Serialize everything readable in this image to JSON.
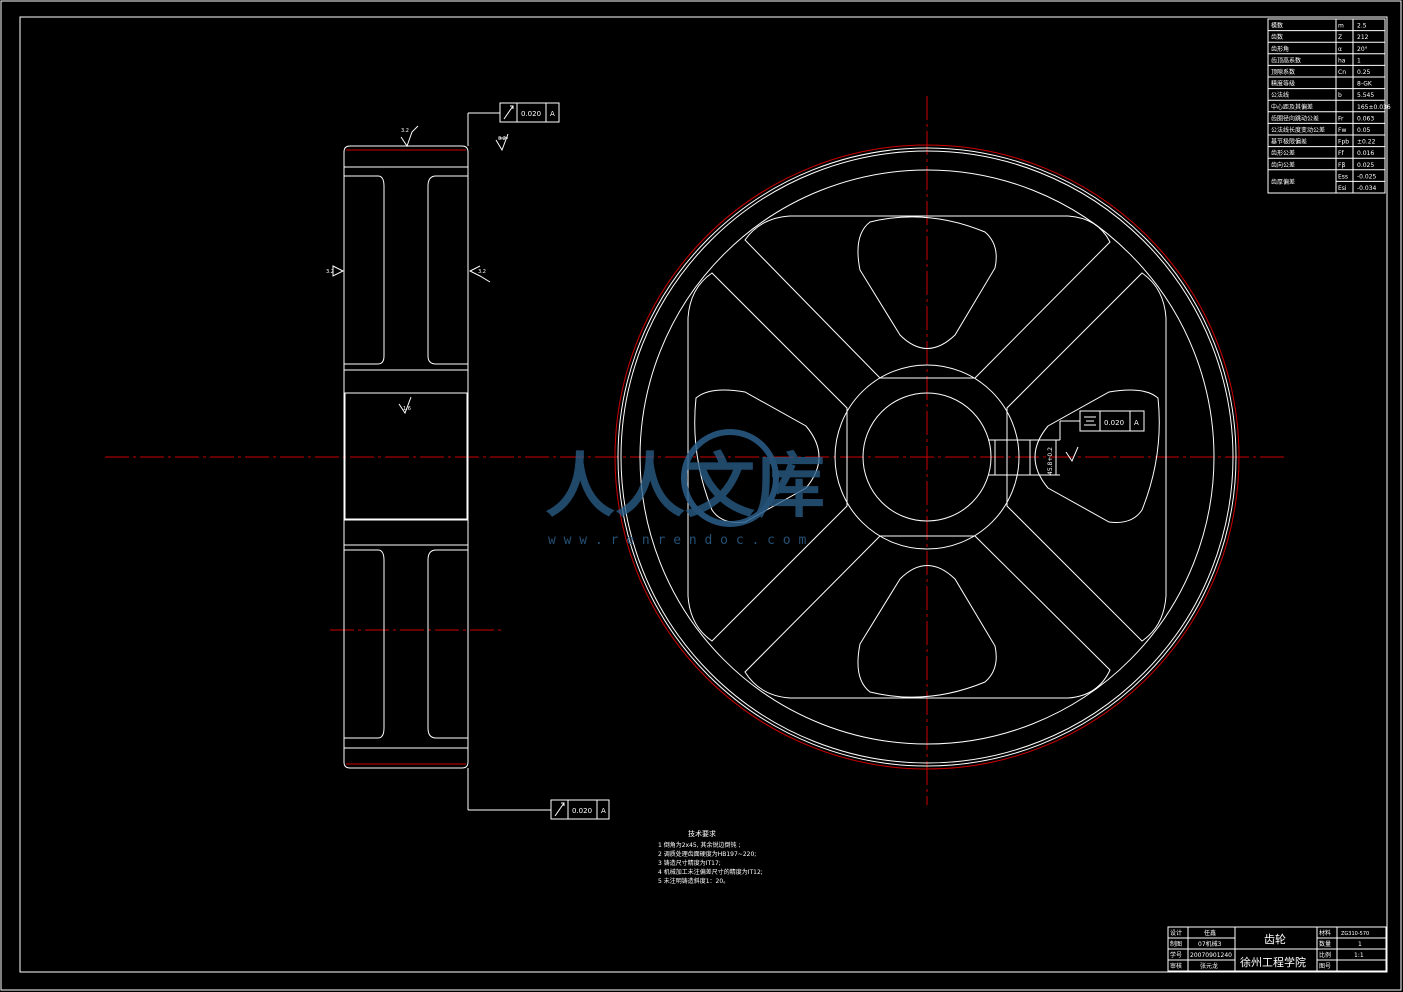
{
  "drawing": {
    "colors": {
      "background": "#000000",
      "line": "#ffffff",
      "centerline": "#cc0000",
      "watermark": "#2b5f8a"
    }
  },
  "param_table": {
    "rows": [
      {
        "name": "模数",
        "sym": "m",
        "val": "2.5"
      },
      {
        "name": "齿数",
        "sym": "Z",
        "val": "212"
      },
      {
        "name": "齿形角",
        "sym": "α",
        "val": "20°"
      },
      {
        "name": "齿顶高系数",
        "sym": "ha",
        "val": "1"
      },
      {
        "name": "顶隙系数",
        "sym": "Cn",
        "val": "0.25"
      },
      {
        "name": "精度等级",
        "sym": "",
        "val": "8-GK"
      },
      {
        "name": "公法线",
        "sym": "b",
        "val": "5.545"
      },
      {
        "name": "中心距及其偏差",
        "sym": "",
        "val": "165±0.036"
      },
      {
        "name": "齿圈径向跳动公差",
        "sym": "Fr",
        "val": "0.063"
      },
      {
        "name": "公法线长度变动公差",
        "sym": "Fw",
        "val": "0.05"
      },
      {
        "name": "基节极限偏差",
        "sym": "Fpb",
        "val": "±0.22"
      },
      {
        "name": "齿形公差",
        "sym": "Ff",
        "val": "0.016"
      },
      {
        "name": "齿向公差",
        "sym": "Fβ",
        "val": "0.025"
      },
      {
        "name": "齿厚偏差",
        "sym": "Ess",
        "val": "-0.025"
      },
      {
        "name": "",
        "sym": "Esi",
        "val": "-0.034"
      }
    ]
  },
  "tolerance_frames": {
    "top": {
      "value": "0.020",
      "datum": "A"
    },
    "bottom": {
      "value": "0.020",
      "datum": "A"
    },
    "keyway": {
      "value": "0.020",
      "datum": "A"
    }
  },
  "marks": {
    "roughness_top": "3.2",
    "roughness_left": "3.2",
    "roughness_right": "3.2",
    "roughness_bore": "1.6",
    "roughness_small": "3.2",
    "keyway_dim": "45.8+0.2",
    "datum_key": "A"
  },
  "tech_req": {
    "title": "技术要求",
    "items": [
      "1 倒角为2x45, 其余锐边倒钝 ;",
      "2 调质处理齿面硬度为HB197~220;",
      "3 铸造尺寸精度为IT17;",
      "4 机械加工未注偏差尺寸的精度为IT12;",
      "5 未注明铸造斜度1：20。"
    ]
  },
  "title_block": {
    "labels": {
      "design": "设计",
      "draw": "制图",
      "student_no": "学号",
      "check": "审核",
      "material": "材料",
      "qty": "数量",
      "scale": "比例",
      "drawing_no": "图号"
    },
    "values": {
      "design": "任鑫",
      "draw": "07机械3",
      "student_no": "20070901240",
      "check": "张元龙",
      "material": "ZG310-570",
      "qty": "1",
      "scale": "1:1",
      "drawing_no": ""
    },
    "part_name": "齿轮",
    "school": "徐州工程学院"
  },
  "watermark": {
    "text": "人人文库",
    "url": "w w w . r e n r e n d o c . c o m"
  }
}
